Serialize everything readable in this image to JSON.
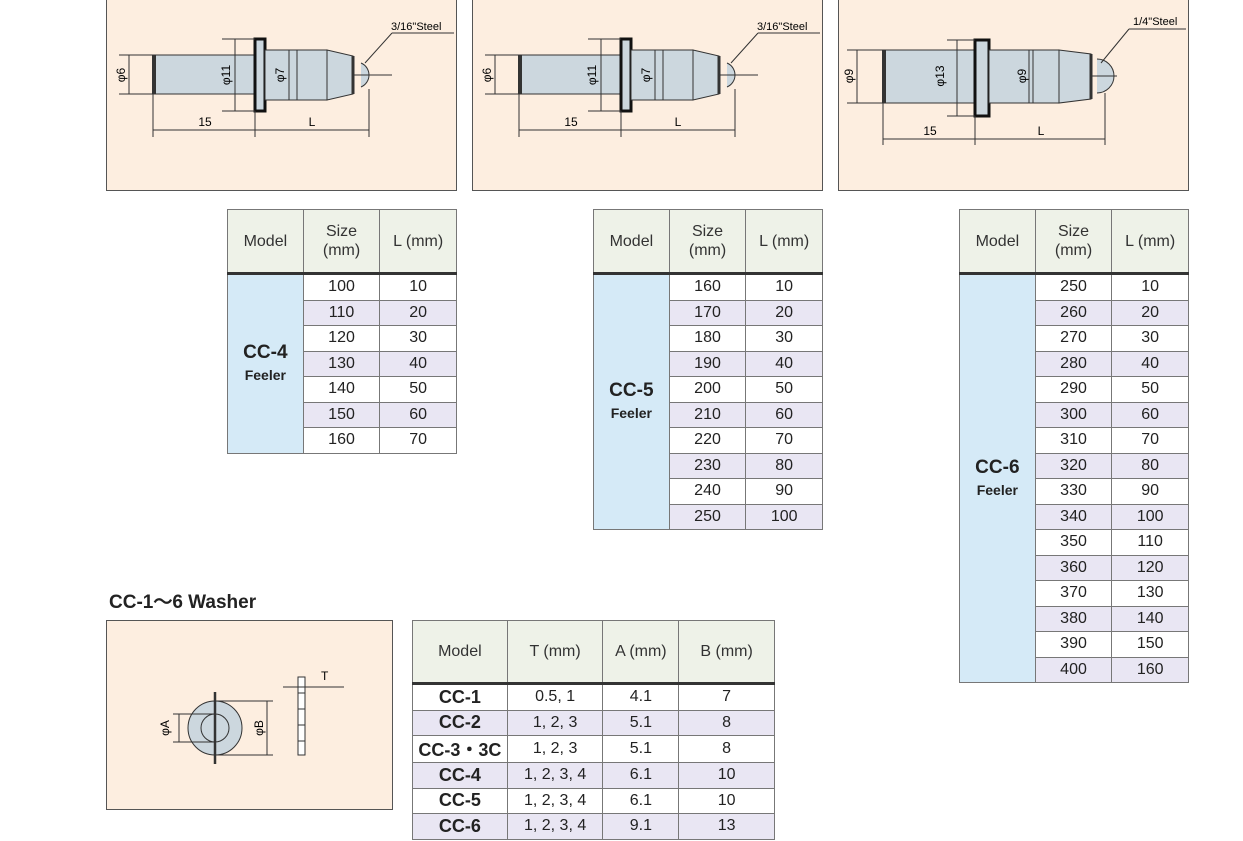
{
  "pins": [
    {
      "ball_label": "3/16\"Steel",
      "d_shank": "φ6",
      "d_flange": "φ11",
      "d_body": "φ7",
      "len_fixed": "15",
      "len_var": "L"
    },
    {
      "ball_label": "3/16\"Steel",
      "d_shank": "φ6",
      "d_flange": "φ11",
      "d_body": "φ7",
      "len_fixed": "15",
      "len_var": "L"
    },
    {
      "ball_label": "1/4\"Steel",
      "d_shank": "φ9",
      "d_flange": "φ13",
      "d_body": "φ9",
      "len_fixed": "15",
      "len_var": "L"
    }
  ],
  "headers": {
    "model": "Model",
    "size_line1": "Size",
    "size_line2": "(mm)",
    "l_mm": "L (mm)"
  },
  "tables": [
    {
      "name": "CC-4",
      "sub": "Feeler",
      "rows": [
        [
          "100",
          "10"
        ],
        [
          "110",
          "20"
        ],
        [
          "120",
          "30"
        ],
        [
          "130",
          "40"
        ],
        [
          "140",
          "50"
        ],
        [
          "150",
          "60"
        ],
        [
          "160",
          "70"
        ]
      ]
    },
    {
      "name": "CC-5",
      "sub": "Feeler",
      "rows": [
        [
          "160",
          "10"
        ],
        [
          "170",
          "20"
        ],
        [
          "180",
          "30"
        ],
        [
          "190",
          "40"
        ],
        [
          "200",
          "50"
        ],
        [
          "210",
          "60"
        ],
        [
          "220",
          "70"
        ],
        [
          "230",
          "80"
        ],
        [
          "240",
          "90"
        ],
        [
          "250",
          "100"
        ]
      ]
    },
    {
      "name": "CC-6",
      "sub": "Feeler",
      "rows": [
        [
          "250",
          "10"
        ],
        [
          "260",
          "20"
        ],
        [
          "270",
          "30"
        ],
        [
          "280",
          "40"
        ],
        [
          "290",
          "50"
        ],
        [
          "300",
          "60"
        ],
        [
          "310",
          "70"
        ],
        [
          "320",
          "80"
        ],
        [
          "330",
          "90"
        ],
        [
          "340",
          "100"
        ],
        [
          "350",
          "110"
        ],
        [
          "360",
          "120"
        ],
        [
          "370",
          "130"
        ],
        [
          "380",
          "140"
        ],
        [
          "390",
          "150"
        ],
        [
          "400",
          "160"
        ]
      ]
    }
  ],
  "washer": {
    "title": "CC-1〜6 Washer",
    "diagram": {
      "t": "T",
      "a": "φA",
      "b": "φB"
    },
    "headers": {
      "model": "Model",
      "t": "T (mm)",
      "a": "A (mm)",
      "b": "B (mm)"
    },
    "rows": [
      {
        "model": "CC-1",
        "t": "0.5, 1",
        "a": "4.1",
        "b": "7"
      },
      {
        "model": "CC-2",
        "t": "1, 2, 3",
        "a": "5.1",
        "b": "8"
      },
      {
        "model": "CC-3・3C",
        "t": "1, 2, 3",
        "a": "5.1",
        "b": "8"
      },
      {
        "model": "CC-4",
        "t": "1, 2, 3, 4",
        "a": "6.1",
        "b": "10"
      },
      {
        "model": "CC-5",
        "t": "1, 2, 3, 4",
        "a": "6.1",
        "b": "10"
      },
      {
        "model": "CC-6",
        "t": "1, 2, 3, 4",
        "a": "9.1",
        "b": "13"
      }
    ]
  }
}
